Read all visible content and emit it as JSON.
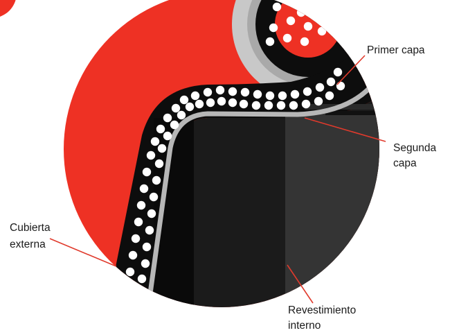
{
  "labels": {
    "primer_capa": "Primer capa",
    "segunda_capa_1": "Segunda",
    "segunda_capa_2": "capa",
    "cubierta_1": "Cubierta",
    "cubierta_2": "externa",
    "revestimiento_1": "Revestimiento",
    "revestimiento_2": "interno"
  },
  "colors": {
    "outer_cover": "#ee3124",
    "braid_band": "#0d0d0d",
    "wire_dots": "#ffffff",
    "second_layer": "#b7b7b7",
    "inner_liner_dark": "#1b1b1b",
    "inner_liner_light": "#343434",
    "pointer_line": "#e03a2c"
  }
}
